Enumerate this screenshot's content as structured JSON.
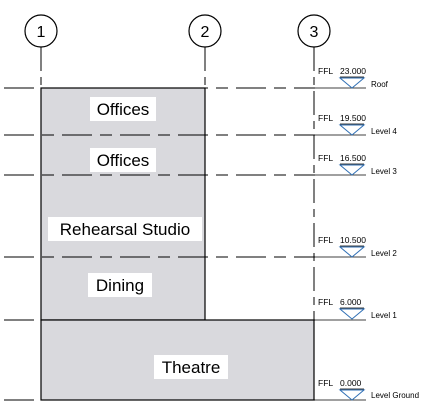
{
  "grids": [
    {
      "label": "1"
    },
    {
      "label": "2"
    },
    {
      "label": "3"
    }
  ],
  "rooms": [
    {
      "label": "Offices"
    },
    {
      "label": "Offices"
    },
    {
      "label": "Rehearsal Studio"
    },
    {
      "label": "Dining"
    },
    {
      "label": "Theatre"
    }
  ],
  "levels": [
    {
      "prefix": "FFL",
      "elevation": "23.000",
      "name": "Roof"
    },
    {
      "prefix": "FFL",
      "elevation": "19.500",
      "name": "Level 4"
    },
    {
      "prefix": "FFL",
      "elevation": "16.500",
      "name": "Level 3"
    },
    {
      "prefix": "FFL",
      "elevation": "10.500",
      "name": "Level 2"
    },
    {
      "prefix": "FFL",
      "elevation": "6.000",
      "name": "Level 1"
    },
    {
      "prefix": "FFL",
      "elevation": "0.000",
      "name": "Level Ground"
    }
  ],
  "colors": {
    "building_fill": "#d9d9dd",
    "line": "#000000",
    "marker": "#2f6fb5",
    "label_bg": "#ffffff"
  }
}
